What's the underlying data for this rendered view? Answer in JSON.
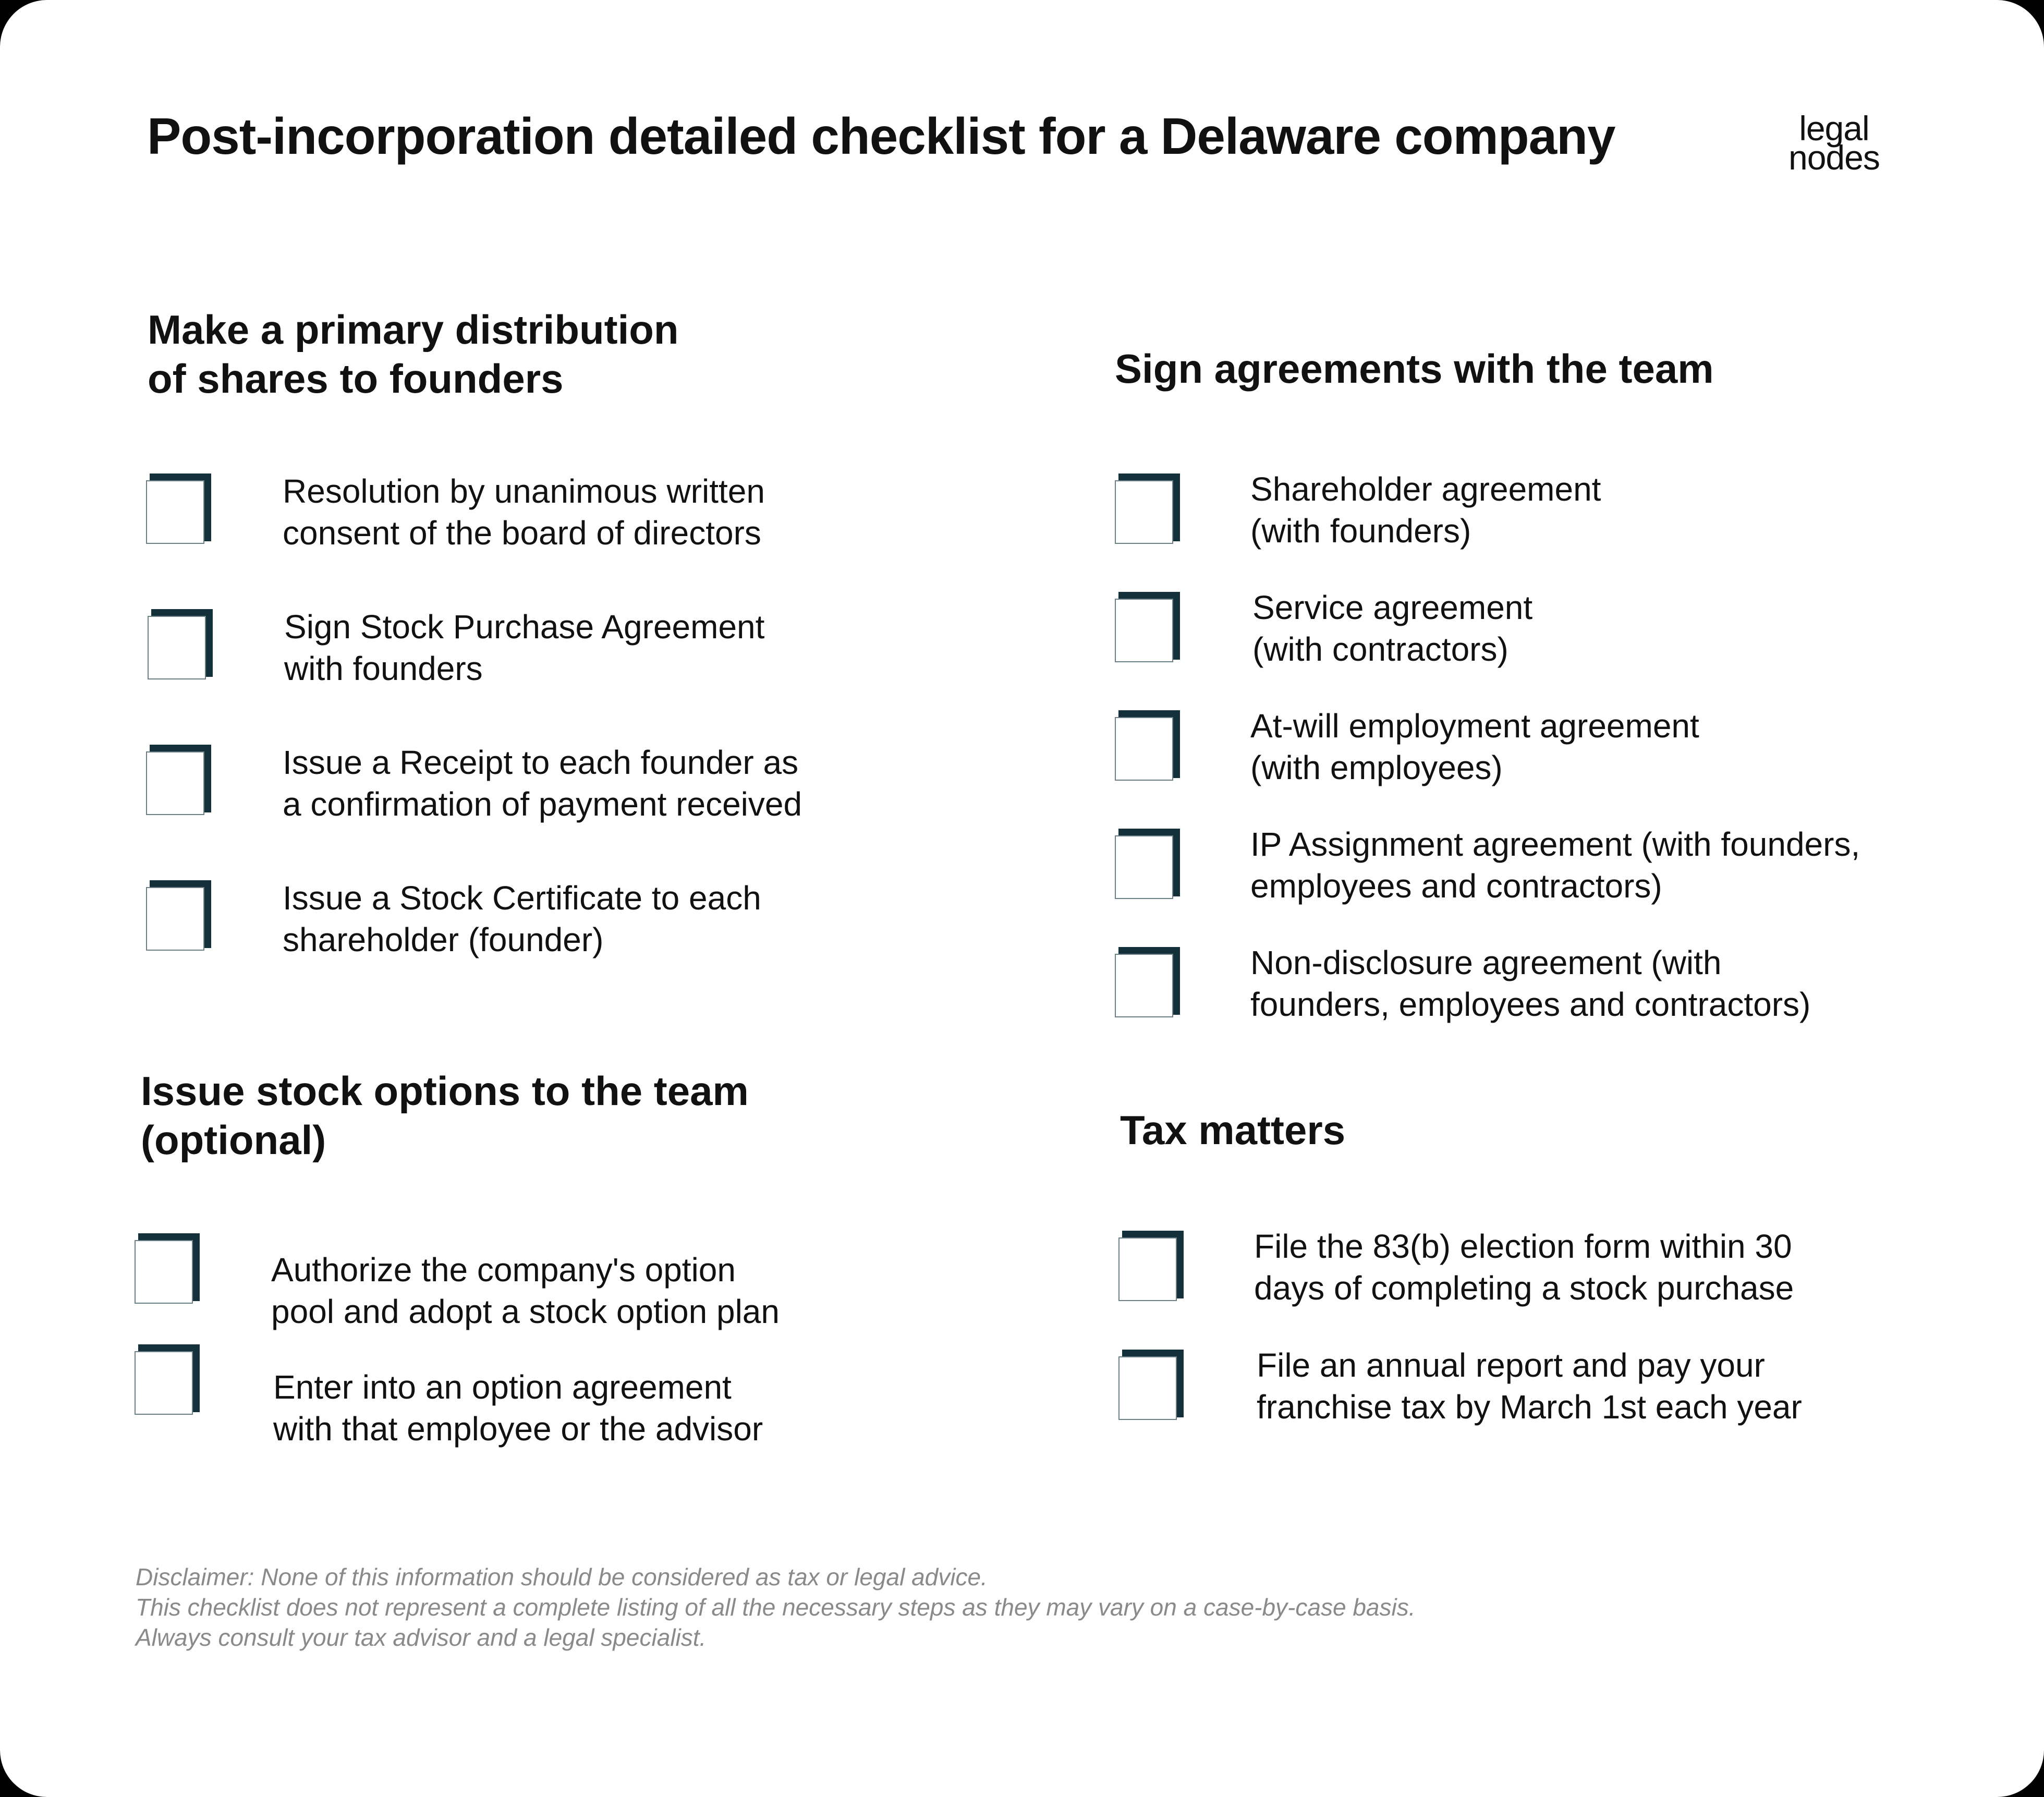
{
  "title": "Post-incorporation detailed checklist for a Delaware company",
  "logo": {
    "line1": "legal",
    "line2": "nodes"
  },
  "sections": [
    {
      "heading": [
        "Make a primary distribution",
        "of shares to founders"
      ],
      "items": [
        [
          "Resolution by unanimous written",
          "consent of the board of directors"
        ],
        [
          "Sign Stock Purchase Agreement",
          "with founders"
        ],
        [
          "Issue a Receipt to each founder as",
          "a confirmation of payment received"
        ],
        [
          "Issue a Stock Certificate to each",
          "shareholder (founder)"
        ]
      ]
    },
    {
      "heading": [
        "Issue stock options to the team",
        "(optional)"
      ],
      "items": [
        [
          "Authorize the company's option",
          "pool and adopt a stock option plan"
        ],
        [
          "Enter into an option agreement",
          "with that employee or the advisor"
        ]
      ]
    },
    {
      "heading": [
        "Sign agreements with the team"
      ],
      "items": [
        [
          "Shareholder agreement",
          "(with founders)"
        ],
        [
          "Service agreement",
          "(with contractors)"
        ],
        [
          "At-will employment agreement",
          "(with employees)"
        ],
        [
          "IP Assignment agreement (with founders,",
          "employees and contractors)"
        ],
        [
          "Non-disclosure agreement (with",
          "founders, employees and contractors)"
        ]
      ]
    },
    {
      "heading": [
        "Tax matters"
      ],
      "items": [
        [
          "File the 83(b) election form within 30",
          "days of completing a stock purchase"
        ],
        [
          "File an annual report and pay your",
          "franchise tax by March 1st each year"
        ]
      ]
    }
  ],
  "disclaimer": [
    "Disclaimer: None of this information should be considered as tax or legal advice.",
    "This checklist does not represent a complete listing of all the necessary steps as they may vary on a case-by-case basis.",
    "Always consult your tax advisor and a legal specialist."
  ],
  "colors": {
    "checkbox": "#14303a",
    "disclaimer": "#8a8a8a"
  }
}
